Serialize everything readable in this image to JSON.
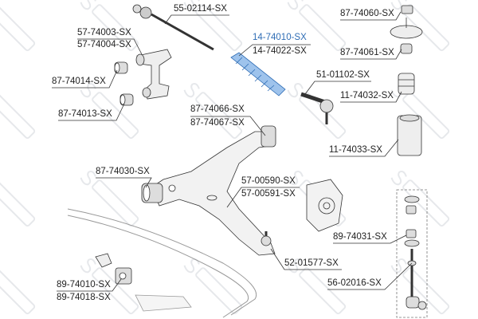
{
  "brand_watermark": "STELLOX",
  "highlight_color": "#2f6db5",
  "part_labels": {
    "p55_02114": "55-02114-SX",
    "p57_74003": "57-74003-SX",
    "p57_74004": "57-74004-SX",
    "p87_74014": "87-74014-SX",
    "p87_74013": "87-74013-SX",
    "p14_74010": "14-74010-SX",
    "p14_74022": "14-74022-SX",
    "p87_74060": "87-74060-SX",
    "p87_74061": "87-74061-SX",
    "p51_01102": "51-01102-SX",
    "p11_74032": "11-74032-SX",
    "p11_74033": "11-74033-SX",
    "p87_74066": "87-74066-SX",
    "p87_74067": "87-74067-SX",
    "p87_74030": "87-74030-SX",
    "p57_00590": "57-00590-SX",
    "p57_00591": "57-00591-SX",
    "p89_74031": "89-74031-SX",
    "p52_01577": "52-01577-SX",
    "p56_02016": "56-02016-SX",
    "p89_74010": "89-74010-SX",
    "p89_74018": "89-74018-SX"
  }
}
